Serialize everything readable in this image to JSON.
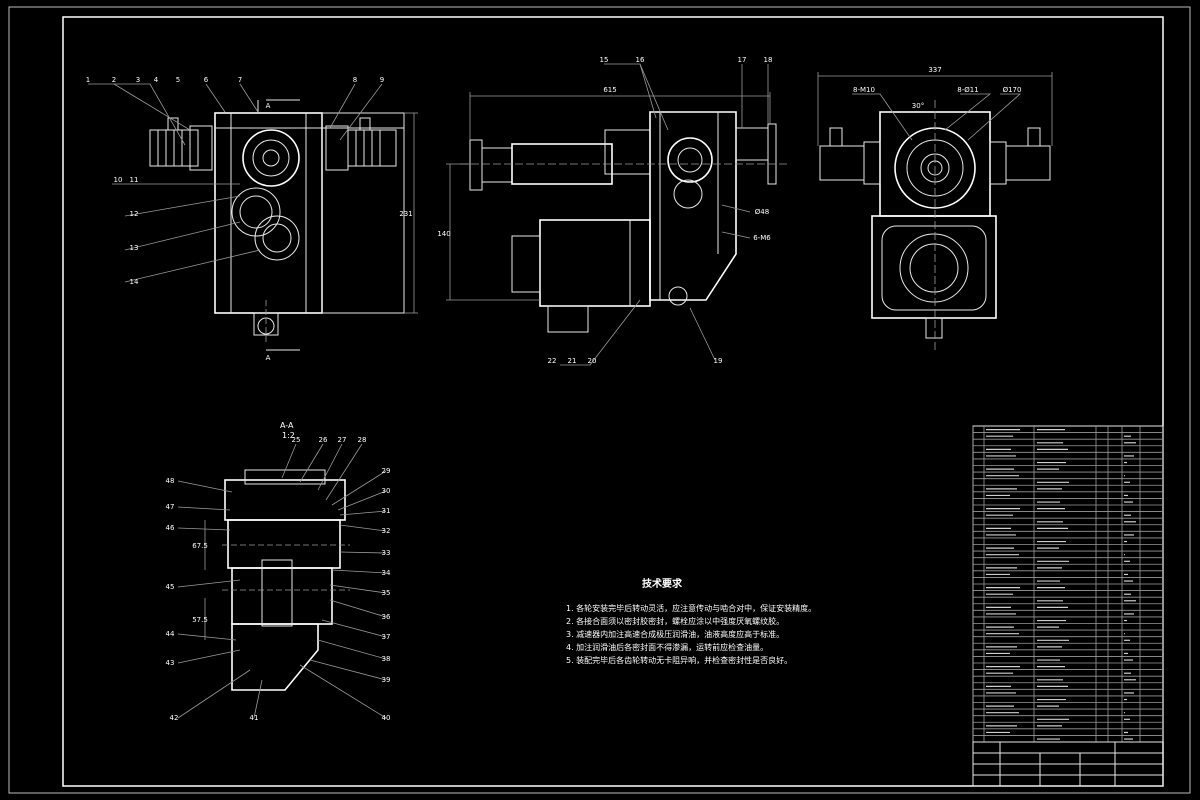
{
  "view_labels": {
    "section_a": "A",
    "section_name": "A-A",
    "section_scale": "1:2"
  },
  "dimensions": {
    "d_615": "615",
    "d_140": "140",
    "d_337": "337",
    "d_231": "231",
    "d_8m10": "8-M10",
    "d_8phi11": "8-Ø11",
    "d_phi170": "Ø170",
    "d_30deg": "30°",
    "d_phi48": "Ø48",
    "d_6m6": "6-M6",
    "d_67_5": "67.5",
    "d_57_5": "57.5"
  },
  "balloons": {
    "b1": "1",
    "b2": "2",
    "b3": "3",
    "b4": "4",
    "b5": "5",
    "b6": "6",
    "b7": "7",
    "b8": "8",
    "b9": "9",
    "b10": "10",
    "b11": "11",
    "b12": "12",
    "b13": "13",
    "b14": "14",
    "b15": "15",
    "b16": "16",
    "b17": "17",
    "b18": "18",
    "b19": "19",
    "b20": "20",
    "b21": "21",
    "b22": "22",
    "b25": "25",
    "b26": "26",
    "b27": "27",
    "b28": "28",
    "b29": "29",
    "b30": "30",
    "b31": "31",
    "b32": "32",
    "b33": "33",
    "b34": "34",
    "b35": "35",
    "b36": "36",
    "b37": "37",
    "b38": "38",
    "b39": "39",
    "b40": "40",
    "b41": "41",
    "b42": "42",
    "b43": "43",
    "b44": "44",
    "b45": "45",
    "b46": "46",
    "b47": "47",
    "b48": "48"
  },
  "tech_requirements": {
    "title": "技术要求",
    "items": [
      "1. 各轮安装完毕后转动灵活，应注意传动与啮合对中，保证安装精度。",
      "2. 各接合面须以密封胶密封，螺栓应涂以中强度厌氧螺纹胶。",
      "3. 减速器内加注高速合成极压润滑油，油液高度应高于标准。",
      "4. 加注润滑油后各密封面不得渗漏，运转前应检查油量。",
      "5. 装配完毕后各齿轮转动无卡阻异响，并检查密封性是否良好。"
    ]
  }
}
